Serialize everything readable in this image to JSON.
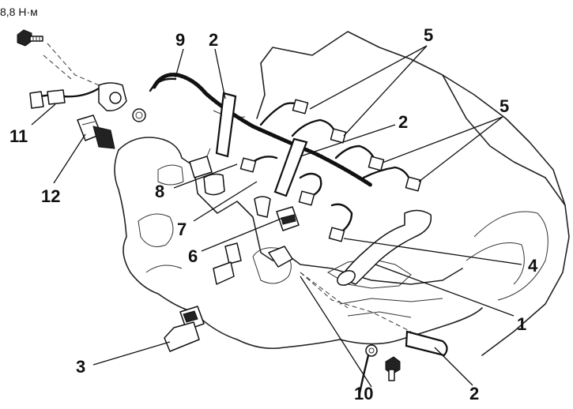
{
  "torque_note": "8,8 Н·м",
  "callouts": {
    "c9": "9",
    "c2a": "2",
    "c5a": "5",
    "c2b": "2",
    "c5b": "5",
    "c11": "11",
    "c12": "12",
    "c8": "8",
    "c7": "7",
    "c6": "6",
    "c4": "4",
    "c1": "1",
    "c3": "3",
    "c10": "10",
    "c2c": "2"
  }
}
